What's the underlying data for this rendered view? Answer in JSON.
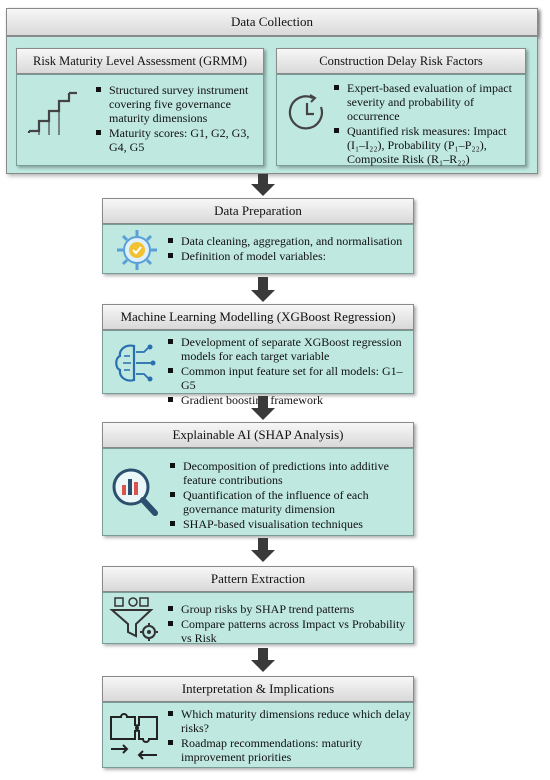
{
  "data_collection": {
    "title": "Data Collection",
    "left": {
      "title": "Risk Maturity Level Assessment (GRMM)",
      "bullets": [
        "Structured survey instrument covering five governance maturity dimensions",
        "Maturity scores: G1, G2, G3, G4, G5"
      ],
      "icon": "stairs-icon"
    },
    "right": {
      "title": "Construction Delay Risk Factors",
      "bullets": [
        "Expert-based evaluation of impact severity and probability of occurrence",
        "Quantified risk measures: Impact (I₁–I₂₂), Probability (P₁–P₂₂), Composite Risk (R₁–R₂₂)"
      ],
      "icon": "clock-icon"
    }
  },
  "steps": [
    {
      "title": "Data Preparation",
      "bullets": [
        "Data cleaning, aggregation, and normalisation",
        "Definition of model variables:"
      ],
      "icon": "gear-check-icon"
    },
    {
      "title": "Machine Learning Modelling (XGBoost Regression)",
      "bullets": [
        "Development of separate XGBoost regression models for each target variable",
        "Common input feature set for all models: G1–G5",
        "Gradient boosting framework"
      ],
      "icon": "brain-circuit-icon"
    },
    {
      "title": "Explainable AI (SHAP Analysis)",
      "bullets": [
        "Decomposition of predictions into additive feature contributions",
        "Quantification of the influence of each governance maturity dimension",
        "SHAP-based visualisation techniques"
      ],
      "icon": "magnifier-chart-icon"
    },
    {
      "title": "Pattern Extraction",
      "bullets": [
        "Group risks by SHAP trend patterns",
        "Compare patterns across Impact vs Probability vs Risk"
      ],
      "icon": "funnel-gear-icon"
    },
    {
      "title": "Interpretation & Implications",
      "bullets": [
        "Which maturity dimensions reduce which delay risks?",
        "Roadmap recommendations: maturity improvement priorities"
      ],
      "icon": "puzzle-icon"
    }
  ]
}
